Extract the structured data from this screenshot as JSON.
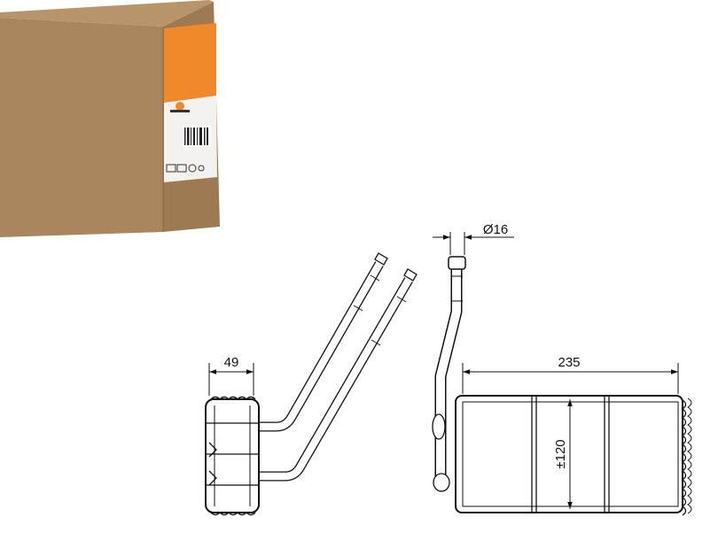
{
  "dimensions": {
    "depth": "49",
    "pipe_diameter": "Ø16",
    "width": "235",
    "height": "±120"
  },
  "colors": {
    "box_front": "#a9865e",
    "box_side": "#9b7852",
    "label_orange": "#f0892c",
    "drawing_lines": "#111111"
  }
}
